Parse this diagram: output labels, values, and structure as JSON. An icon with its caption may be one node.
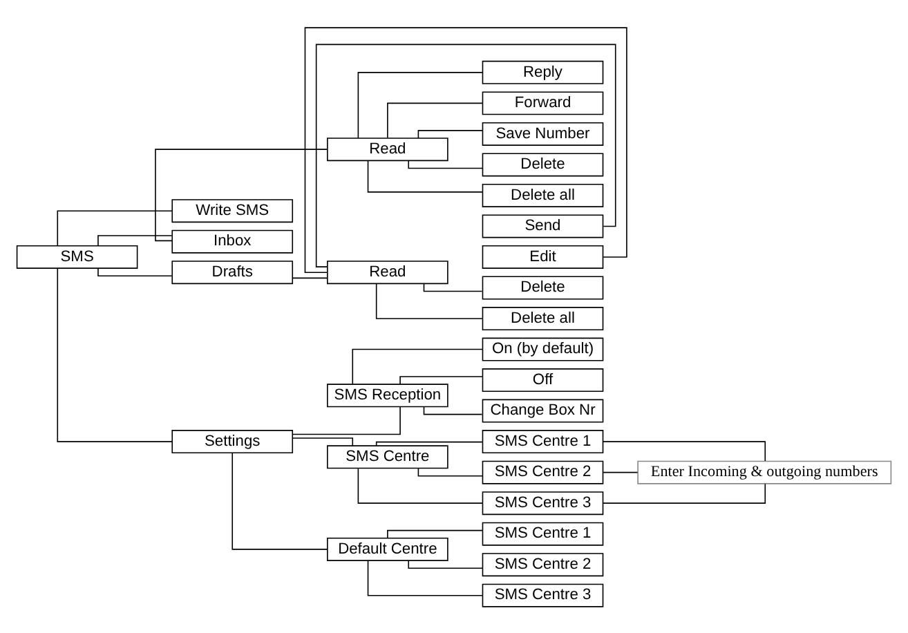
{
  "diagram": {
    "nodes": [
      {
        "text": [
          "SMS"
        ]
      },
      {
        "text": [
          "Write SMS"
        ]
      },
      {
        "text": [
          "Inbox"
        ]
      },
      {
        "text": [
          "Read"
        ]
      },
      {
        "text": [
          "Reply"
        ]
      },
      {
        "text": [
          "Forward"
        ]
      },
      {
        "text": [
          "Save Number"
        ]
      },
      {
        "text": [
          "Delete"
        ]
      },
      {
        "text": [
          "Delete all"
        ]
      },
      {
        "text": [
          "Drafts"
        ]
      },
      {
        "text": [
          "Read"
        ]
      },
      {
        "text": [
          "Send"
        ]
      },
      {
        "text": [
          "Edit"
        ]
      },
      {
        "text": [
          "Delete"
        ]
      },
      {
        "text": [
          "Delete all"
        ]
      },
      {
        "text": [
          "Settings"
        ]
      },
      {
        "text": [
          "SMS Reception"
        ]
      },
      {
        "text": [
          "On (by default)"
        ]
      },
      {
        "text": [
          "Off"
        ]
      },
      {
        "text": [
          "Change Box Nr"
        ]
      },
      {
        "text": [
          "SMS Centre"
        ]
      },
      {
        "text": [
          "SMS Centre 1"
        ]
      },
      {
        "text": [
          "SMS Centre 2"
        ]
      },
      {
        "text": [
          "SMS Centre 3"
        ]
      },
      {
        "text": [
          "Enter Incoming & outgoing numbers"
        ]
      },
      {
        "text": [
          "Default Centre"
        ]
      },
      {
        "text": [
          "SMS Centre 1"
        ]
      },
      {
        "text": [
          "SMS Centre 2"
        ]
      },
      {
        "text": [
          "SMS Centre 3"
        ]
      }
    ],
    "edges": [
      {
        "from": 0,
        "to": 1,
        "arrow": "none"
      },
      {
        "from": 0,
        "to": 2,
        "arrow": "none"
      },
      {
        "from": 2,
        "to": 3,
        "arrow": "none"
      },
      {
        "from": 3,
        "to": 4,
        "arrow": "none"
      },
      {
        "from": 3,
        "to": 5,
        "arrow": "none"
      },
      {
        "from": 3,
        "to": 6,
        "arrow": "none"
      },
      {
        "from": 3,
        "to": 7,
        "arrow": "none"
      },
      {
        "from": 3,
        "to": 8,
        "arrow": "none"
      },
      {
        "from": 0,
        "to": 9,
        "arrow": "none"
      },
      {
        "from": 9,
        "to": 10,
        "arrow": "none"
      },
      {
        "from": 10,
        "to": 11,
        "arrow": "none"
      },
      {
        "from": 10,
        "to": 12,
        "arrow": "none"
      },
      {
        "from": 10,
        "to": 13,
        "arrow": "none"
      },
      {
        "from": 10,
        "to": 14,
        "arrow": "none"
      },
      {
        "from": 0,
        "to": 15,
        "arrow": "none"
      },
      {
        "from": 15,
        "to": 16,
        "arrow": "none"
      },
      {
        "from": 16,
        "to": 17,
        "arrow": "none"
      },
      {
        "from": 16,
        "to": 18,
        "arrow": "none"
      },
      {
        "from": 16,
        "to": 19,
        "arrow": "none"
      },
      {
        "from": 15,
        "to": 20,
        "arrow": "none"
      },
      {
        "from": 20,
        "to": 21,
        "arrow": "none"
      },
      {
        "from": 20,
        "to": 22,
        "arrow": "none"
      },
      {
        "from": 20,
        "to": 23,
        "arrow": "none"
      },
      {
        "from": 21,
        "to": 24,
        "arrow": "none"
      },
      {
        "from": 22,
        "to": 24,
        "arrow": "none"
      },
      {
        "from": 23,
        "to": 24,
        "arrow": "none"
      },
      {
        "from": 15,
        "to": 25,
        "arrow": "none"
      },
      {
        "from": 25,
        "to": 26,
        "arrow": "none"
      },
      {
        "from": 25,
        "to": 27,
        "arrow": "none"
      },
      {
        "from": 25,
        "to": 28,
        "arrow": "none"
      }
    ]
  }
}
